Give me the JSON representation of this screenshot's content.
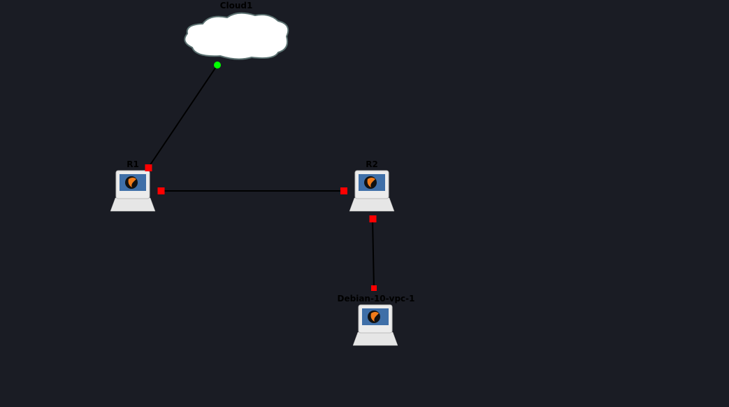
{
  "canvas": {
    "background": "#1a1c24"
  },
  "nodes": [
    {
      "id": "cloud1",
      "label": "Cloud1",
      "type": "cloud"
    },
    {
      "id": "r1",
      "label": "R1",
      "type": "qemu-host"
    },
    {
      "id": "r2",
      "label": "R2",
      "type": "qemu-host"
    },
    {
      "id": "debian",
      "label": "Debian-10-vpc-1",
      "type": "qemu-host"
    }
  ],
  "links": [
    {
      "from": "cloud1",
      "to": "r1",
      "status": [
        "up",
        "down"
      ]
    },
    {
      "from": "r1",
      "to": "r2",
      "status": [
        "down",
        "down"
      ]
    },
    {
      "from": "r2",
      "to": "debian",
      "status": [
        "down",
        "down"
      ]
    }
  ],
  "colors": {
    "link_up": "#00ff00",
    "link_down": "#ff0000",
    "link_line": "#000000"
  }
}
